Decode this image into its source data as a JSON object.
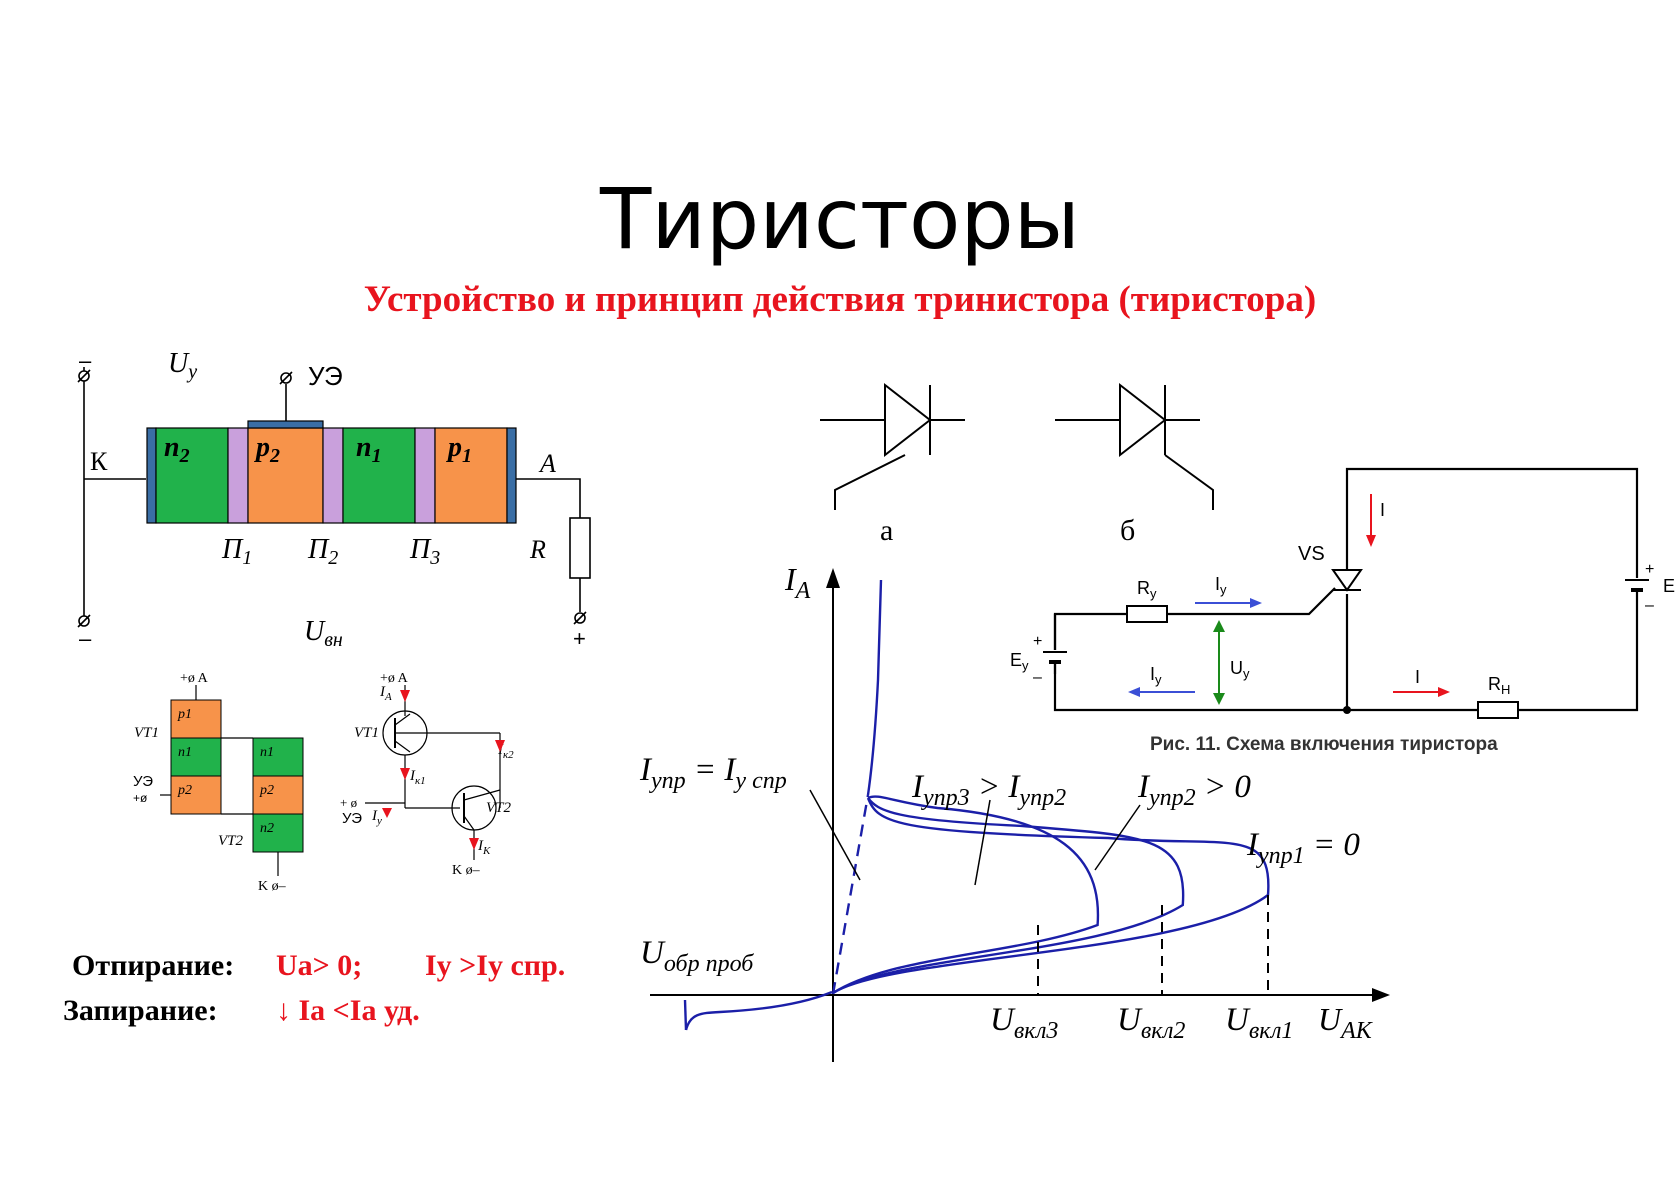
{
  "title": "Тиристоры",
  "subtitle": "Устройство и принцип действия  тринистора (тиристора)",
  "colors": {
    "n_region": "#21b24b",
    "p_region": "#f7934a",
    "junction": "#c9a0dc",
    "contact": "#3a6ea5",
    "curve": "#1b1fa8",
    "red": "#e8141e",
    "arrow_blue": "#3b4fd6",
    "arrow_green": "#1a8a1a"
  },
  "structure": {
    "uy": "U",
    "uy_sub": "у",
    "gate_label": "УЭ",
    "cathode_label": "К",
    "anode_label": "A",
    "regions": [
      {
        "letter": "n",
        "sub": "2"
      },
      {
        "letter": "p",
        "sub": "2"
      },
      {
        "letter": "n",
        "sub": "1"
      },
      {
        "letter": "p",
        "sub": "1"
      }
    ],
    "junctions": [
      {
        "letter": "П",
        "sub": "1"
      },
      {
        "letter": "П",
        "sub": "2"
      },
      {
        "letter": "П",
        "sub": "3"
      }
    ],
    "resistor_label": "R",
    "uvn": "U",
    "uvn_sub": "вн",
    "minus": "–",
    "plus": "+"
  },
  "two_transistor": {
    "anode_term": "+ø A",
    "vt1": "VT1",
    "vt2": "VT2",
    "gate": "УЭ",
    "gate_sign": "+ø",
    "cathode_term": "K ø–",
    "layers_left": [
      "p1",
      "n1",
      "p2"
    ],
    "layers_right": [
      "n1",
      "p2",
      "n2"
    ]
  },
  "equiv_circuit": {
    "anode_term": "+ø A",
    "ia": "I",
    "ia_sub": "A",
    "vt1": "VT1",
    "vt2": "VT2",
    "ik2": "I",
    "ik2_sub": "к2",
    "ik1": "I",
    "ik1_sub": "к1",
    "gate_term": "+ ø",
    "gate_label": "УЭ",
    "iy": "I",
    "iy_sub": "y",
    "ik": "I",
    "ik_sub": "К",
    "cathode_term": "K ø–"
  },
  "symbols": {
    "a": "а",
    "b": "б"
  },
  "circuit": {
    "vs": "VS",
    "ry": "R",
    "ry_sub": "y",
    "iy_top": "I",
    "iy_top_sub": "y",
    "iy_bottom": "I",
    "iy_bottom_sub": "y",
    "uy": "U",
    "uy_sub": "y",
    "ey": "E",
    "ey_sub": "y",
    "e": "E",
    "i_top": "I",
    "i_bottom": "I",
    "rn": "R",
    "rn_sub": "Н",
    "plus": "+",
    "minus": "–",
    "caption": "Рис. 11.  Схема включения тиристора"
  },
  "chart_data": {
    "type": "line",
    "y_axis_label": "I",
    "y_axis_sub": "A",
    "x_axis_label": "U",
    "x_axis_sub": "AK",
    "labels": {
      "iupr_eq": "I",
      "iupr_eq_sub": "упр",
      "iupr_eq_mid": " = I",
      "iupr_eq_sub2": "y спр",
      "iupr3": "I",
      "iupr3_sub": "упр3",
      "iupr3_mid": " > I",
      "iupr3_sub2": "упр2",
      "iupr2": "I",
      "iupr2_sub": "упр2",
      "iupr2_tail": " > 0",
      "iupr1": "I",
      "iupr1_sub": "упр1",
      "iupr1_tail": " = 0",
      "uobr": "U",
      "uobr_sub": "обр проб",
      "uvkl3": "U",
      "uvkl3_sub": "вкл3",
      "uvkl2": "U",
      "uvkl2_sub": "вкл2",
      "uvkl1": "U",
      "uvkl1_sub": "вкл1"
    },
    "series": [
      {
        "turn": 3,
        "x_vkl": 0.59
      },
      {
        "turn": 2,
        "x_vkl": 0.78
      },
      {
        "turn": 1,
        "x_vkl": 0.97
      }
    ]
  },
  "conditions": {
    "on_label": "Отпирание:",
    "on_cond1": "Ua> 0;",
    "on_cond2": "Iy >Iy спр.",
    "off_label": "Запирание:",
    "off_cond": "↓ Ia <Ia уд."
  }
}
